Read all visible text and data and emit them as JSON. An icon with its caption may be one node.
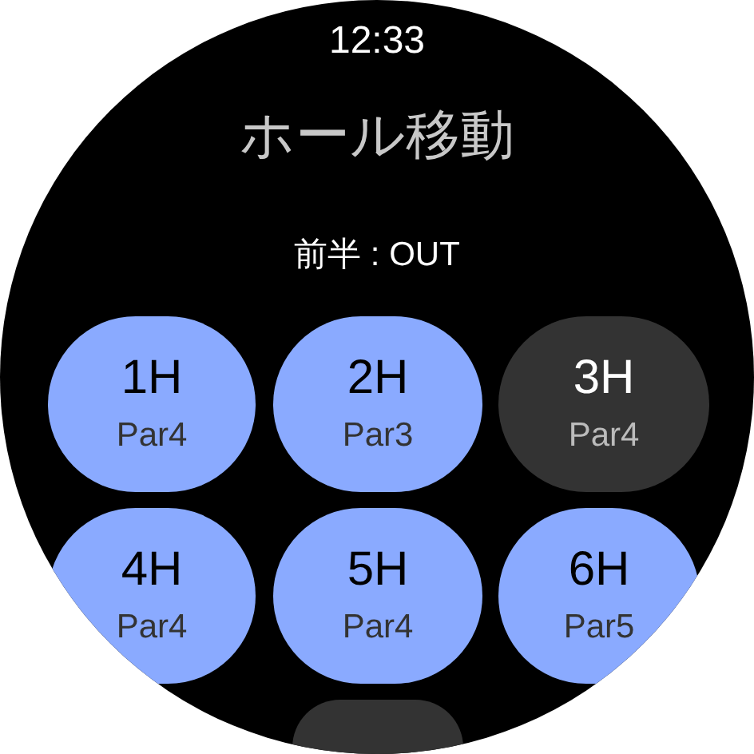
{
  "diagram": {
    "title": "ホール移動",
    "nodes": [
      {
        "text": [
          "1H",
          "Par4"
        ]
      },
      {
        "text": [
          "2H",
          "Par3"
        ]
      },
      {
        "text": [
          "3H",
          "Par4"
        ]
      },
      {
        "text": [
          "4H",
          "Par4"
        ]
      },
      {
        "text": [
          "5H",
          "Par4"
        ]
      },
      {
        "text": [
          "6H",
          "Par5"
        ]
      },
      {
        "text": [],
        "shape": "box"
      }
    ],
    "labels": [
      "12:33",
      "前半 : OUT"
    ]
  }
}
